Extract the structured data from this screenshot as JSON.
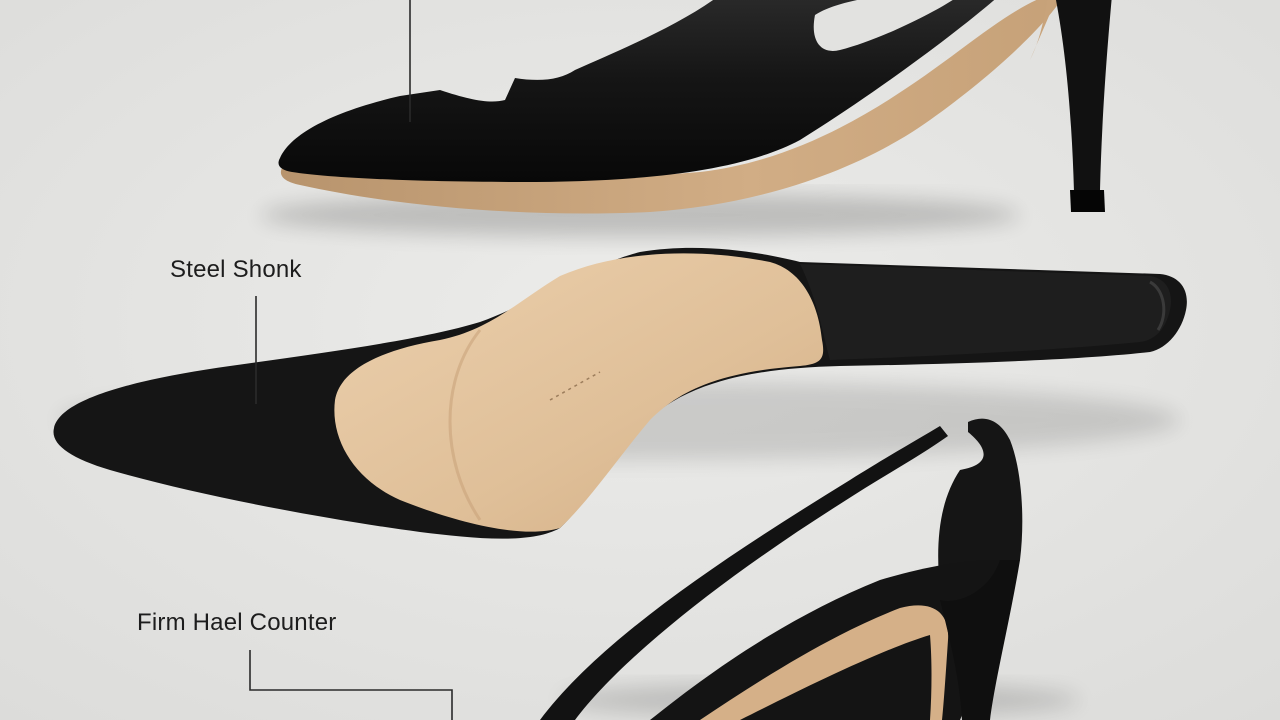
{
  "labels": {
    "steel_shank": "Steel Shonk",
    "heel_counter": "Fіrm Hael Counter"
  },
  "colors": {
    "background": "#e4e4e2",
    "leather": "#141414",
    "insole": "#e3c39c",
    "sole_tan": "#c9a47c",
    "callout_line": "#2a2a2a"
  },
  "icons": {
    "callout": "leader-line",
    "shoe": "pump-shoe"
  }
}
